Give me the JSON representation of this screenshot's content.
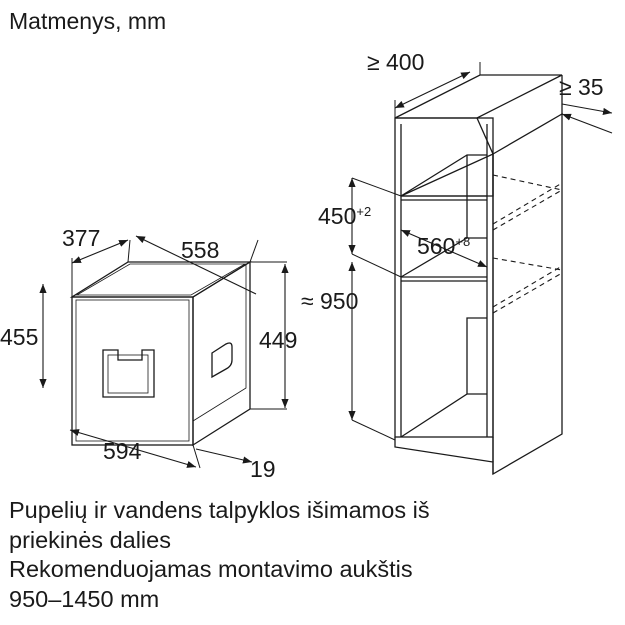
{
  "title": "Matmenys, mm",
  "appliance": {
    "depth": "377",
    "width_top": "558",
    "height_front": "455",
    "height_body": "449",
    "width_front": "594",
    "panel_offset": "19"
  },
  "niche": {
    "width": "≥ 400",
    "depth_gap": "≥ 35",
    "opening_height": "450",
    "opening_height_tol": "+2",
    "opening_width": "560",
    "opening_width_tol": "+8",
    "install_height": "≈ 950"
  },
  "notes": [
    "Pupelių ir vandens talpyklos išimamos iš",
    "priekinės dalies",
    "Rekomenduojamas montavimo aukštis",
    "950–1450 mm"
  ]
}
